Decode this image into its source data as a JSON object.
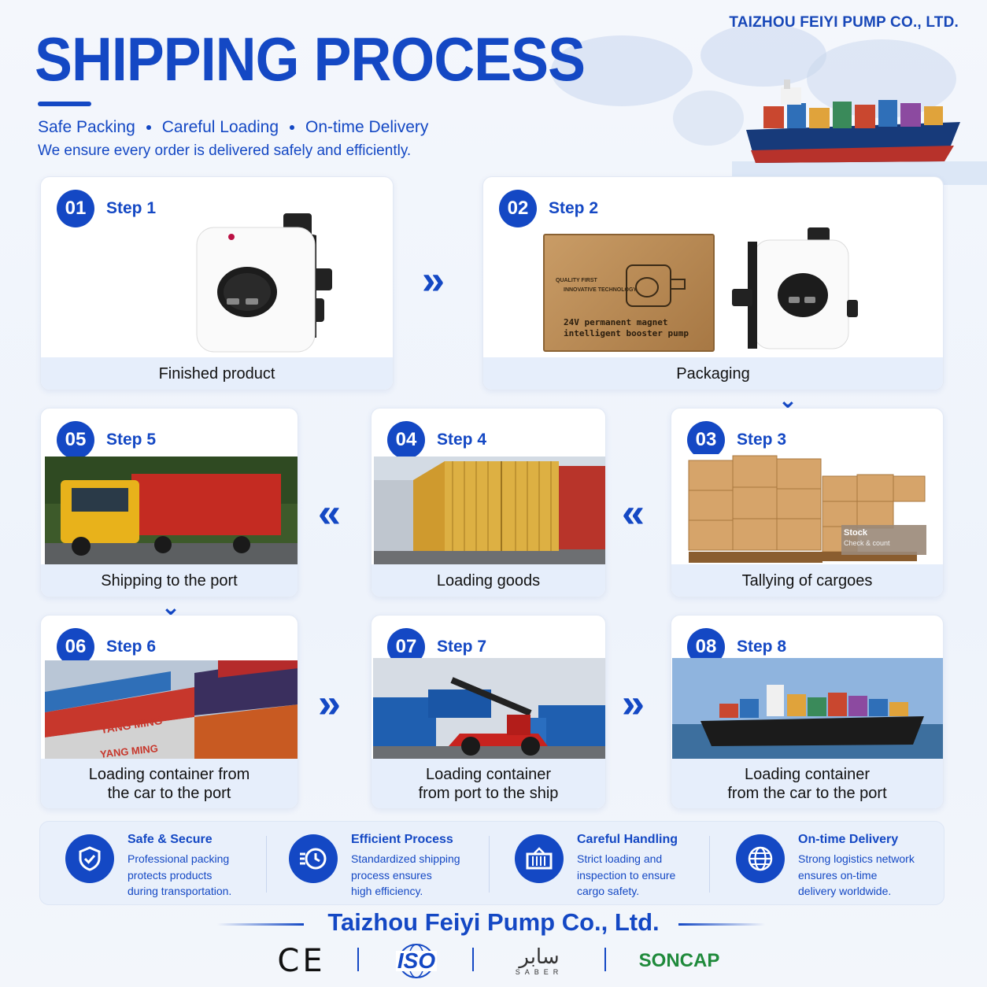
{
  "header": {
    "company": "TAIZHOU FEIYI PUMP CO., LTD.",
    "title": "SHIPPING PROCESS",
    "tags": [
      "Safe Packing",
      "Careful Loading",
      "On-time Delivery"
    ],
    "tagline": "We ensure every order is delivered safely and efficiently."
  },
  "steps": [
    {
      "num": "01",
      "label": "Step 1",
      "caption": "Finished product"
    },
    {
      "num": "02",
      "label": "Step 2",
      "caption": "Packaging",
      "box_text_1": "QUALITY FIRST",
      "box_text_2": "INNOVATIVE TECHNOLOGY",
      "box_text_3": "24V permanent magnet",
      "box_text_4": "intelligent booster pump"
    },
    {
      "num": "03",
      "label": "Step 3",
      "caption": "Tallying of cargoes",
      "sign_1": "Stock",
      "sign_2": "Check & count"
    },
    {
      "num": "04",
      "label": "Step 4",
      "caption": "Loading goods"
    },
    {
      "num": "05",
      "label": "Step 5",
      "caption": "Shipping to the port"
    },
    {
      "num": "06",
      "label": "Step 6",
      "caption_1": "Loading container from",
      "caption_2": "the car to the port",
      "brand_1": "YANG MING",
      "brand_2": "YANG MING"
    },
    {
      "num": "07",
      "label": "Step 7",
      "caption_1": "Loading container",
      "caption_2": "from port to the ship"
    },
    {
      "num": "08",
      "label": "Step 8",
      "caption_1": "Loading container",
      "caption_2": "from the car to the port"
    }
  ],
  "features": [
    {
      "icon": "shield-check-icon",
      "title": "Safe & Secure",
      "lines": [
        "Professional packing",
        "protects products",
        "during transportation."
      ]
    },
    {
      "icon": "clock-history-icon",
      "title": "Efficient Process",
      "lines": [
        "Standardized shipping",
        "process ensures",
        "high efficiency."
      ]
    },
    {
      "icon": "container-icon",
      "title": "Careful Handling",
      "lines": [
        "Strict loading and",
        "inspection to ensure",
        "cargo safety."
      ]
    },
    {
      "icon": "globe-icon",
      "title": "On-time Delivery",
      "lines": [
        "Strong logistics network",
        "ensures on-time",
        "delivery worldwide."
      ]
    }
  ],
  "footer": {
    "company": "Taizhou Feiyi Pump Co., Ltd.",
    "certs": {
      "ce": "CE",
      "iso": "ISO",
      "saber_ar": "سابر",
      "saber": "SABER",
      "soncap": "SONCAP"
    }
  },
  "colors": {
    "brand": "#1448c4",
    "caption_bg": "#e6eefb",
    "soncap": "#1f8a3b"
  }
}
